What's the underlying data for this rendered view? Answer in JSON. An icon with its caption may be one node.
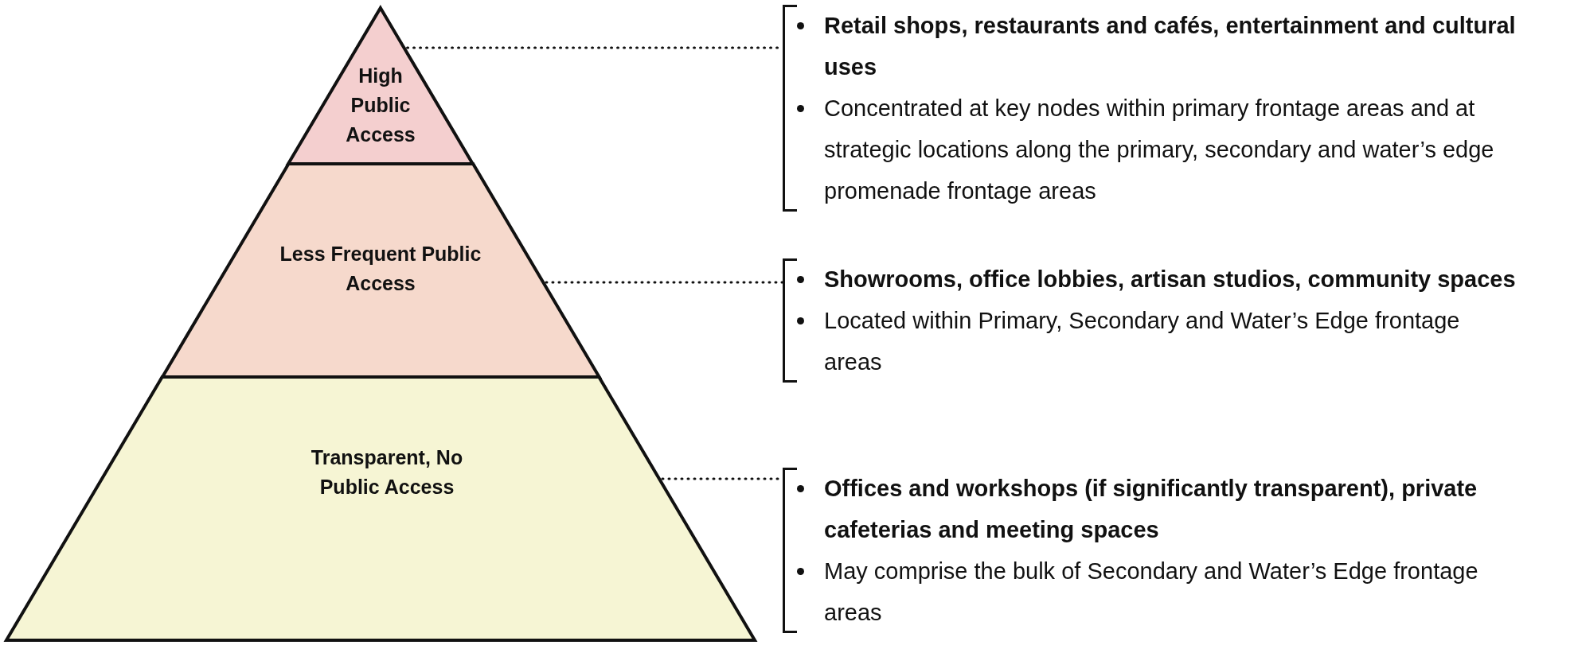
{
  "diagram": {
    "nodes": [
      {
        "text": [
          "High Public Access"
        ]
      },
      {
        "text": [
          "Less Frequent Public Access"
        ]
      },
      {
        "text": [
          "Transparent, No Public Access"
        ]
      },
      {
        "text": [
          "Retail shops, restaurants and cafés, entertainment and cultural uses",
          "Concentrated at key nodes within primary frontage areas and at strategic locations along the primary, secondary and water’s edge promenade frontage areas"
        ]
      },
      {
        "text": [
          "Showrooms, office lobbies, artisan studios, community spaces",
          "Located within Primary, Secondary and Water’s Edge frontage areas"
        ]
      },
      {
        "text": [
          "Offices and workshops (if significantly transparent), private cafeterias and meeting spaces",
          "May comprise the bulk of Secondary and Water’s Edge frontage areas"
        ]
      }
    ],
    "edges": [
      {
        "from": 0,
        "to": 3,
        "arrow": "none",
        "style": "dashed"
      },
      {
        "from": 1,
        "to": 4,
        "arrow": "none",
        "style": "dashed"
      },
      {
        "from": 2,
        "to": 5,
        "arrow": "none",
        "style": "dashed"
      }
    ]
  }
}
